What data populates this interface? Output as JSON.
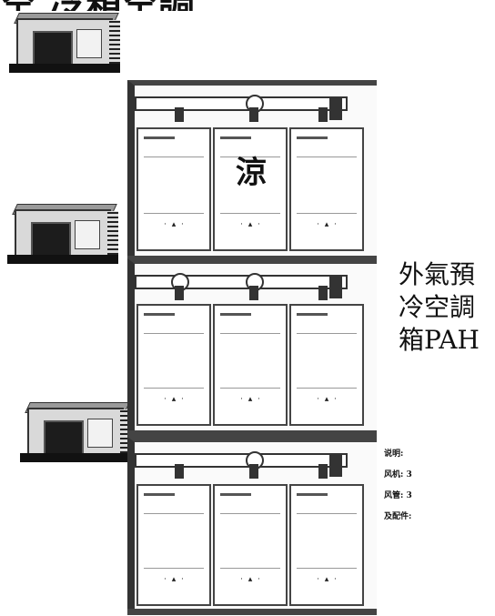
{
  "header": {
    "title_fragment": "空    冷箱空調"
  },
  "diagram": {
    "floor_label_char": "涼",
    "side_label": [
      "外氣預",
      "冷空調",
      "箱PAH"
    ],
    "notes": [
      "说明:",
      "风机: 3",
      "风管: 3",
      "及配件:"
    ]
  }
}
